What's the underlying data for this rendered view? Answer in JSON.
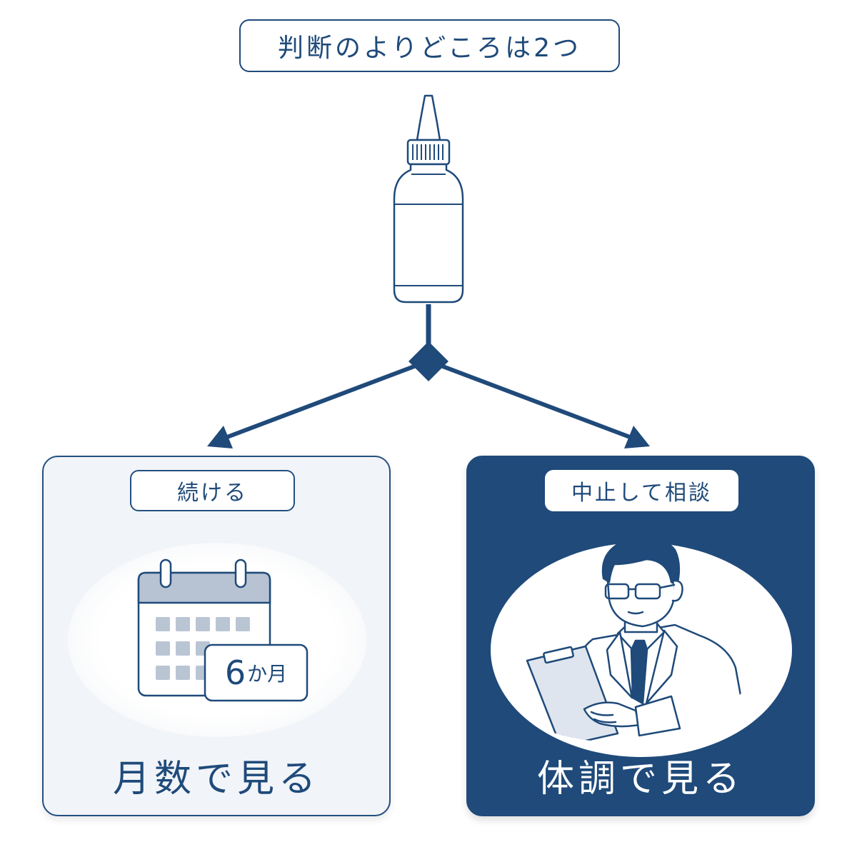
{
  "title": "判断のよりどころは2つ",
  "left_branch": {
    "label": "続ける",
    "badge": {
      "number": "6",
      "unit": "か月"
    },
    "caption": "月数で見る"
  },
  "right_branch": {
    "label": "中止して相談",
    "caption": "体調で見る"
  },
  "icons": {
    "top": "bottle-icon",
    "left": "calendar-icon",
    "right": "doctor-with-clipboard-icon"
  },
  "colors": {
    "primary": "#1f4a7a",
    "light_panel": "#f1f4f8",
    "white": "#ffffff"
  }
}
